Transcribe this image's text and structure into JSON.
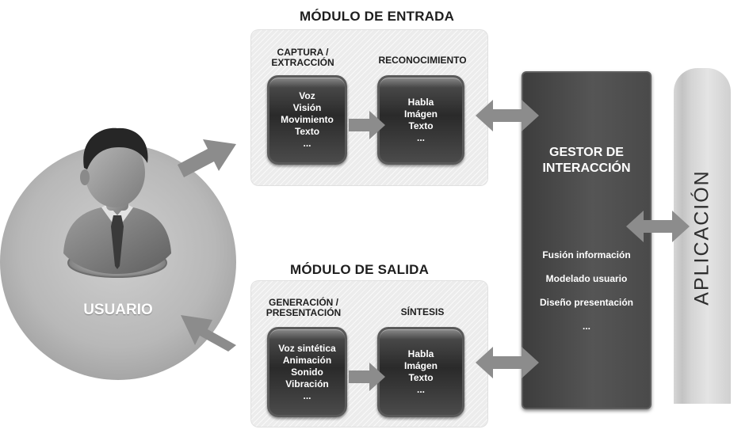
{
  "entrada": {
    "title": "MÓDULO DE ENTRADA",
    "col1_label_line1": "CAPTURA /",
    "col1_label_line2": "EXTRACCIÓN",
    "col2_label": "RECONOCIMIENTO",
    "capture_items": [
      "Voz",
      "Visión",
      "Movimiento",
      "Texto",
      "..."
    ],
    "recognition_items": [
      "Habla",
      "Imágen",
      "Texto",
      "..."
    ]
  },
  "salida": {
    "title": "MÓDULO DE SALIDA",
    "col1_label_line1": "GENERACIÓN /",
    "col1_label_line2": "PRESENTACIÓN",
    "col2_label": "SÍNTESIS",
    "generation_items": [
      "Voz sintética",
      "Animación",
      "Sonido",
      "Vibración",
      "..."
    ],
    "synthesis_items": [
      "Habla",
      "Imágen",
      "Texto",
      "..."
    ]
  },
  "gestor": {
    "title_line1": "GESTOR DE",
    "title_line2": "INTERACCIÓN",
    "items": [
      "Fusión información",
      "Modelado usuario",
      "Diseño presentación",
      "..."
    ]
  },
  "aplicacion": {
    "label": "APLICACIÓN"
  },
  "usuario": {
    "label": "USUARIO"
  },
  "colors": {
    "dark_box": "#2a2a2a",
    "module_bg": "#ececec",
    "arrow": "#8c8c8c",
    "gestor_panel": "#4a4a4a",
    "aplicacion_bar": "#d4d4d4"
  }
}
